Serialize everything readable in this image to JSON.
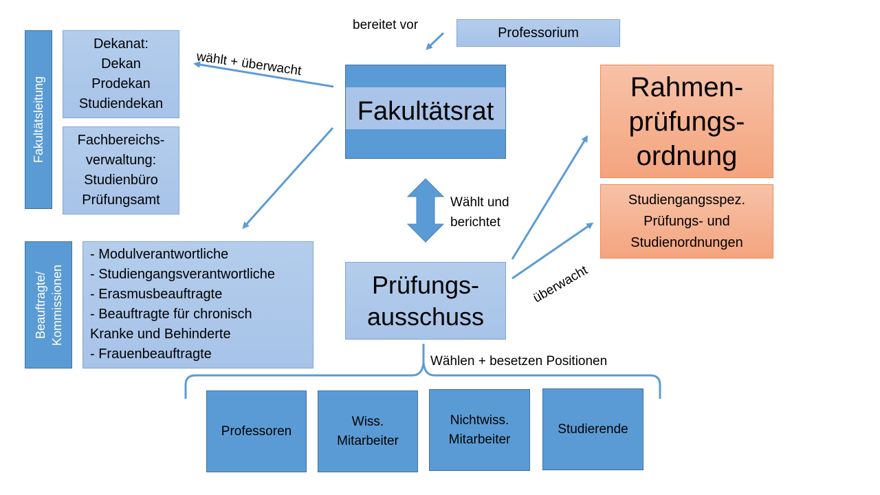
{
  "leftColumn": {
    "leitung_label": "Fakultätsleitung",
    "kommissionen_label": "Beauftragte/\nKommissionen"
  },
  "dekanat": "Dekanat:\nDekan\nProdekan\nStudiendekan",
  "verwaltung": "Fachbereichs-\nverwaltung:\nStudienbüro\nPrüfungsamt",
  "beauftragte_list": [
    "- Modulverantwortliche",
    "- Studiengangsverantwortliche",
    "- Erasmusbeauftragte",
    "- Beauftragte für chronisch",
    "Kranke und Behinderte",
    "- Frauenbeauftragte"
  ],
  "professorium": "Professorium",
  "fakultaetsrat": "Fakultätsrat",
  "pruefungsausschuss": "Prüfungs-\nausschuss",
  "rahmenpruefungsordnung": "Rahmen-\nprüfungs-\nordnung",
  "studienordnungen": "Studiengangsspez.\nPrüfungs- und\nStudienordnungen",
  "labels": {
    "bereitet_vor": "bereitet vor",
    "waehlt_ueberwacht": "wählt + überwacht",
    "waehlt_berichtet": "Wählt und\nberichtet",
    "ueberwacht": "überwacht",
    "waehlen_besetzen": "Wählen + besetzen Positionen"
  },
  "members": [
    "Professoren",
    "Wiss.\nMitarbeiter",
    "Nichtwiss.\nMitarbeiter",
    "Studierende"
  ],
  "colors": {
    "primary": "#5b9bd5",
    "light": "#a9c4e8",
    "orange": "#f4b183",
    "arrow": "#5b9bd5"
  }
}
